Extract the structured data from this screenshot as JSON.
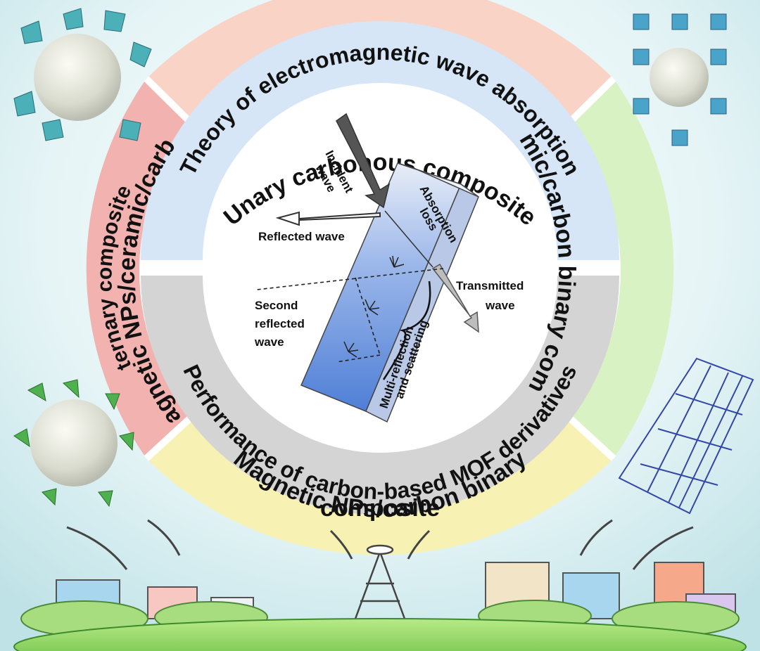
{
  "outer_ring": {
    "top": "Unary carbonous composite",
    "right": "Ceramic/carbon binary composite",
    "bottom_line1": "Magnetic NPs/carbon binary",
    "bottom_line2": "composite",
    "left_line1": "Magnetic NPs/ceramic/carbon",
    "left_line2": "ternary composite"
  },
  "inner_ring": {
    "top": "Theory of electromagnetic wave absorption",
    "bottom": "Performance of carbon-based MOF derivatives"
  },
  "center_labels": {
    "incident_1": "Incident",
    "incident_2": "wave",
    "reflected": "Reflected wave",
    "absorption_1": "Absorption",
    "absorption_2": "loss",
    "transmitted_1": "Transmitted",
    "transmitted_2": "wave",
    "second_1": "Second",
    "second_2": "reflected",
    "second_3": "wave",
    "multi_1": "Multi-reflection",
    "multi_2": "and scattering"
  },
  "colors": {
    "background": "#cfe9ec",
    "top_segment": "#f9d3c5",
    "right_segment": "#d9f2c4",
    "bottom_segment": "#f7f2b3",
    "left_segment": "#f2b3b0",
    "inner_top": "#d6e6f7",
    "inner_bottom": "#d4d4d4",
    "slab": "#8fb0e6",
    "grass": "#8fd65f"
  }
}
